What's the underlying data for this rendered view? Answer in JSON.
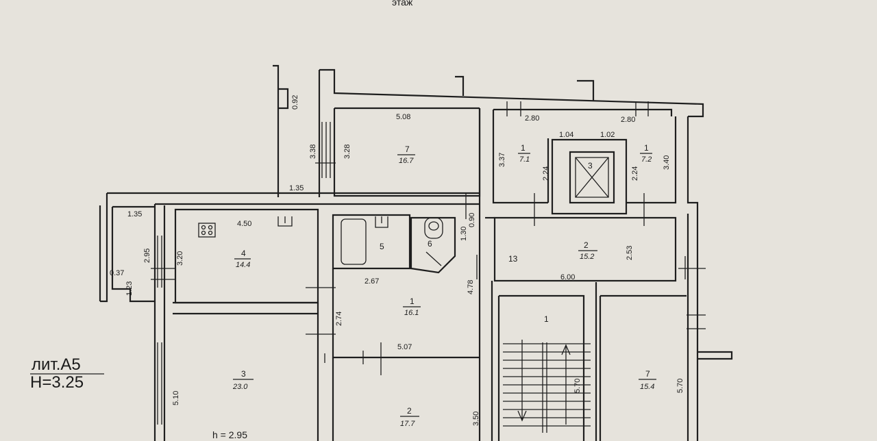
{
  "header": {
    "caption": "этаж"
  },
  "legend": {
    "line1": "лит.А5",
    "line2": "Н=3.25"
  },
  "ceiling_note": "h = 2.95",
  "rooms": [
    {
      "id": "r7a",
      "num": "7",
      "area": "16.7"
    },
    {
      "id": "r1a",
      "num": "1",
      "area": "7.1"
    },
    {
      "id": "r3a",
      "num": "3",
      "area": ""
    },
    {
      "id": "r1b",
      "num": "1",
      "area": "7.2"
    },
    {
      "id": "r4",
      "num": "4",
      "area": "14.4"
    },
    {
      "id": "r5",
      "num": "5",
      "area": ""
    },
    {
      "id": "r6",
      "num": "6",
      "area": ""
    },
    {
      "id": "r2a",
      "num": "2",
      "area": "15.2"
    },
    {
      "id": "r13",
      "num": "13",
      "area": ""
    },
    {
      "id": "r1c",
      "num": "1",
      "area": "16.1"
    },
    {
      "id": "r3b",
      "num": "3",
      "area": "23.0"
    },
    {
      "id": "r2b",
      "num": "2",
      "area": "17.7"
    },
    {
      "id": "r1d",
      "num": "1",
      "area": ""
    },
    {
      "id": "r7b",
      "num": "7",
      "area": "15.4"
    }
  ],
  "dims": {
    "d508": "5.08",
    "d338": "3.38",
    "d328": "3.28",
    "d135a": "1.35",
    "d092": "0.92",
    "d280a": "2.80",
    "d280b": "2.80",
    "d104": "1.04",
    "d102": "1.02",
    "d337": "3.37",
    "d224a": "2.24",
    "d224b": "2.24",
    "d340": "3.40",
    "d135b": "1.35",
    "d295": "2.95",
    "d037": "0.37",
    "d123": "1.23",
    "d320": "3.20",
    "d450": "4.50",
    "d130": "1.30",
    "d090": "0.90",
    "d267": "2.67",
    "d478": "4.78",
    "d274": "2.74",
    "d253": "2.53",
    "d600": "6.00",
    "d507": "5.07",
    "d510": "5.10",
    "d350": "3.50",
    "d570a": "5.70",
    "d570b": "5.70"
  }
}
